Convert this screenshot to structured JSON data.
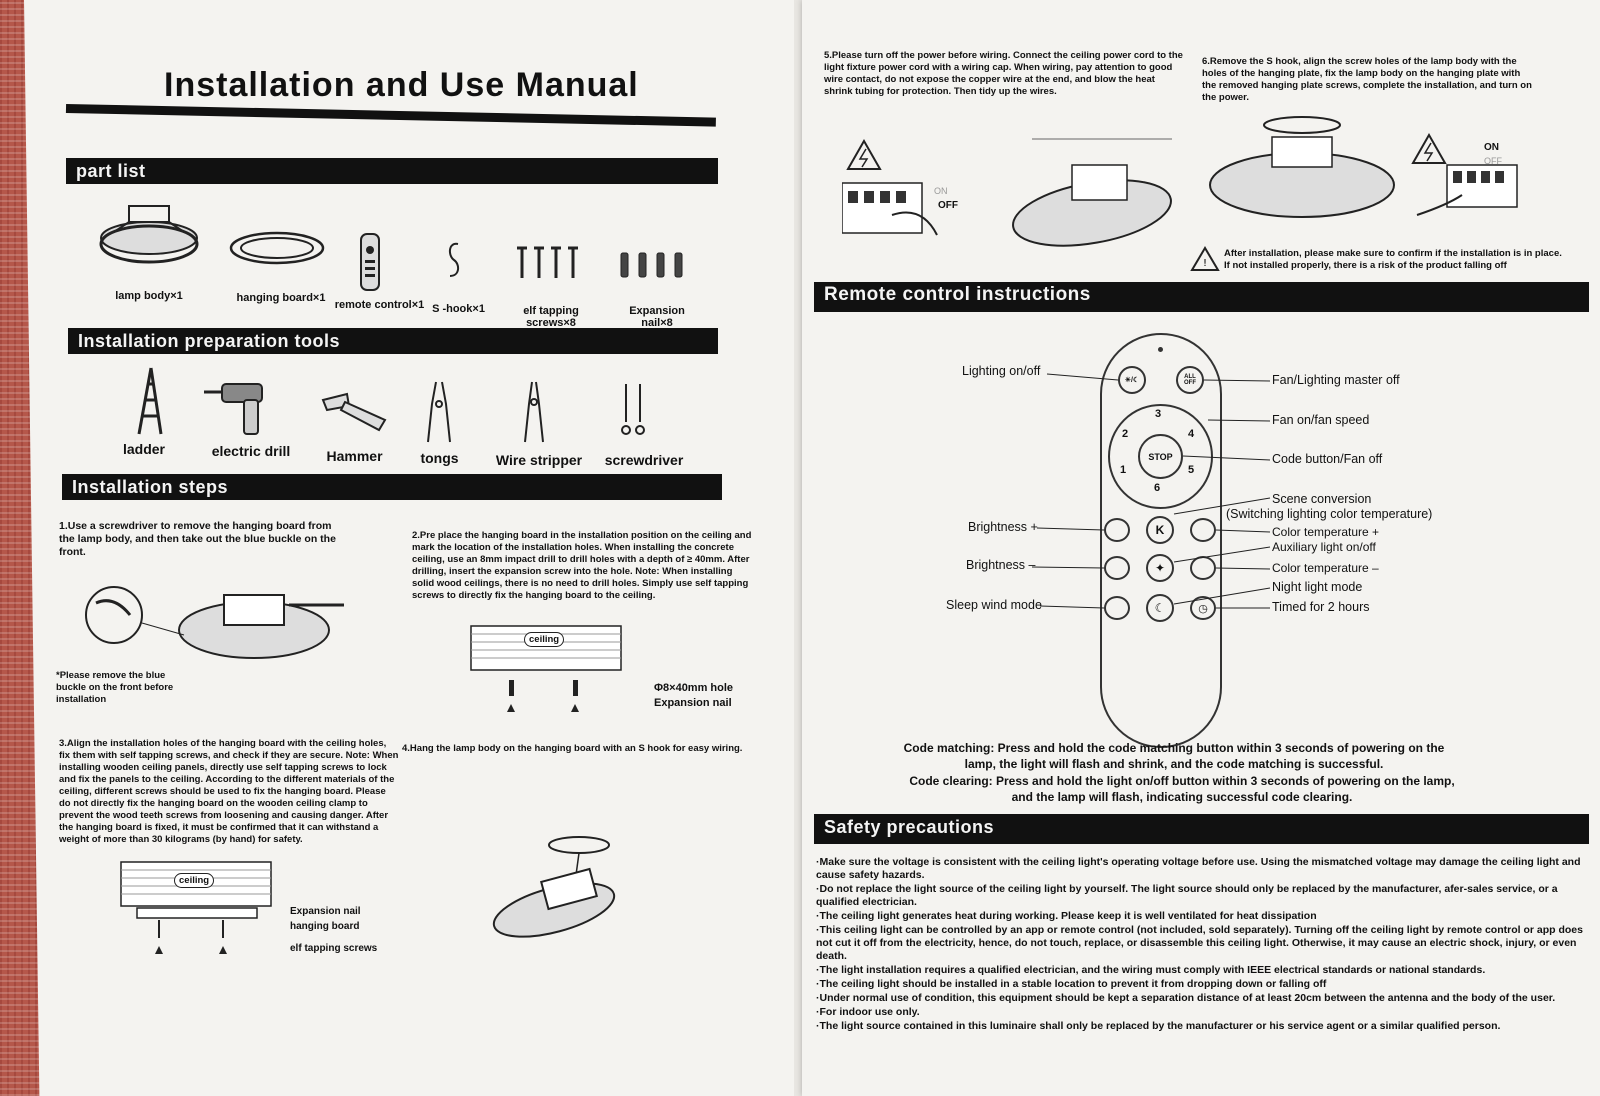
{
  "title": "Installation and Use Manual",
  "sections": {
    "part_list": "part list",
    "tools": "Installation preparation tools",
    "steps": "Installation steps",
    "remote": "Remote control instructions",
    "safety": "Safety precautions"
  },
  "parts": [
    {
      "label": "lamp body×1",
      "icon": "lamp-body-icon"
    },
    {
      "label": "hanging board×1",
      "icon": "hanging-board-icon"
    },
    {
      "label": "remote control×1",
      "icon": "remote-control-icon"
    },
    {
      "label": "S -hook×1",
      "icon": "s-hook-icon"
    },
    {
      "label": "elf tapping screws×8",
      "icon": "screws-icon"
    },
    {
      "label": "Expansion nail×8",
      "icon": "expansion-nail-icon"
    }
  ],
  "tools": [
    {
      "label": "ladder",
      "icon": "ladder-icon"
    },
    {
      "label": "electric drill",
      "icon": "drill-icon"
    },
    {
      "label": "Hammer",
      "icon": "hammer-icon"
    },
    {
      "label": "tongs",
      "icon": "tongs-icon"
    },
    {
      "label": "Wire stripper",
      "icon": "wire-stripper-icon"
    },
    {
      "label": "screwdriver",
      "icon": "screwdriver-icon"
    }
  ],
  "steps": {
    "s1": "1.Use a screwdriver to remove the hanging board from the lamp body, and then take out the blue buckle on the front.",
    "s1_note": "*Please remove the blue buckle on the front before installation",
    "s2": "2.Pre place the hanging board in the installation position on the ceiling and mark the location of the installation holes. When installing the concrete ceiling, use an 8mm impact drill to drill holes with a depth of ≥ 40mm. After drilling, insert the expansion screw into the hole. Note: When installing solid wood ceilings, there is no need to drill holes. Simply use self tapping screws to directly fix the hanging board to the ceiling.",
    "s2_hole": "Φ8×40mm hole",
    "s2_nail": "Expansion nail",
    "ceiling": "ceiling",
    "s3": "3.Align the installation holes of the hanging board with the ceiling holes, fix them with self tapping screws, and check if they are secure. Note: When installing wooden ceiling panels, directly use self tapping screws to lock and fix the panels to the ceiling. According to the different materials of the ceiling, different screws should be used to fix the hanging board. Please do not directly fix the hanging board on the wooden ceiling clamp to prevent the wood teeth screws from loosening and causing danger. After the hanging board is fixed, it must be confirmed that it can withstand a weight of more than 30 kilograms (by hand) for safety.",
    "s3_nail": "Expansion nail",
    "s3_board": "hanging board",
    "s3_screws": "elf tapping screws",
    "s4": "4.Hang the lamp body on the hanging board with an S hook for easy wiring.",
    "s5": "5.Please turn off the power before wiring. Connect the ceiling power cord to the light fixture power cord with a wiring cap. When wiring, pay attention to good wire contact, do not expose the copper wire at the end, and blow the heat shrink tubing for protection. Then tidy up the wires.",
    "s6": "6.Remove the S hook, align the screw holes of the lamp body with the holes of the hanging plate, fix the lamp body on the hanging plate with the removed hanging plate screws, complete the installation, and turn on the power.",
    "on": "ON",
    "off": "OFF",
    "warning": "After installation, please make sure to confirm if the installation is in place. If not installed properly, there is a risk of the product falling off"
  },
  "remote": {
    "left_labels": [
      "Lighting on/off",
      "Brightness +",
      "Brightness –",
      "Sleep wind mode"
    ],
    "right_labels": [
      "Fan/Lighting master off",
      "Fan on/fan speed",
      "Code button/Fan off",
      "Scene conversion",
      "(Switching lighting color temperature)",
      "Color temperature +",
      "Auxiliary light  on/off",
      "Color temperature –",
      "Night light mode",
      "Timed for 2 hours"
    ],
    "buttons": {
      "light": "☀/☾",
      "all_off": "ALL OFF",
      "stop": "STOP",
      "k": "K",
      "n1": "1",
      "n2": "2",
      "n3": "3",
      "n4": "4",
      "n5": "5",
      "n6": "6"
    },
    "code_matching": "Code matching: Press and hold the code matching button within 3 seconds of powering on the lamp, the light will flash and shrink, and the code matching is successful.",
    "code_clearing": "Code clearing: Press and hold the light on/off button within 3 seconds of powering on the lamp, and the lamp will flash, indicating successful code clearing."
  },
  "safety": [
    "·Make sure the voltage is consistent with the ceiling light's operating voltage before use. Using the mismatched voltage may damage the ceiling light and cause safety hazards.",
    "·Do not replace the light source of the ceiling light by yourself. The light source should only be replaced by the manufacturer, afer-sales service, or a qualified electrician.",
    "·The ceiling light generates heat during working. Please keep it is well ventilated for heat dissipation",
    "·This ceiling light can be controlled by an app or remote control (not included, sold separately). Turning off the ceiling light by remote control or app does not cut it off from the electricity, hence, do not touch, replace, or disassemble this ceiling light. Otherwise, it may cause an electric shock, injury, or even death.",
    "·The light installation requires a qualified electrician, and the wiring must comply with IEEE electrical standards or national standards.",
    "·The ceiling light should be installed in a stable location to prevent it from dropping down or falling off",
    "·Under normal use of condition, this equipment should be kept a separation distance of at least 20cm between the antenna and the body of the user.",
    "·For indoor use only.",
    "·The light source contained in this luminaire shall only be replaced by the manufacturer or his service agent or a similar qualified person."
  ]
}
